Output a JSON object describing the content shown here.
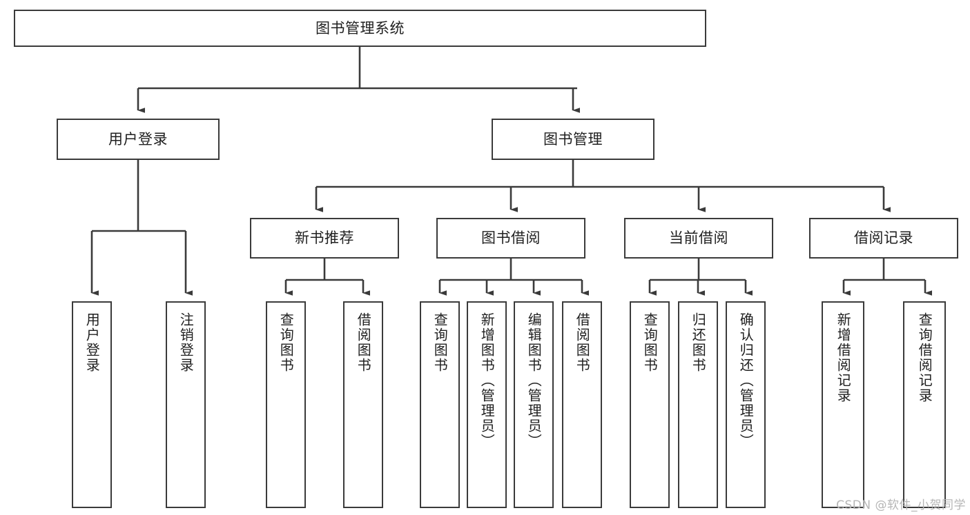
{
  "diagram": {
    "title": "图书管理系统",
    "type": "tree-hierarchy-chart",
    "stroke_color": "#3a3a3a",
    "background_color": "#ffffff",
    "nodes": {
      "root": {
        "label": "图书管理系统"
      },
      "level1": [
        {
          "id": "user-login",
          "label": "用户登录"
        },
        {
          "id": "book-management",
          "label": "图书管理"
        }
      ],
      "level2": [
        {
          "id": "new-book-recommend",
          "label": "新书推荐"
        },
        {
          "id": "book-borrow",
          "label": "图书借阅"
        },
        {
          "id": "current-borrow",
          "label": "当前借阅"
        },
        {
          "id": "borrow-record",
          "label": "借阅记录"
        }
      ],
      "leaves": {
        "user_login": [
          {
            "id": "leaf-user-login",
            "label": "用户登录"
          },
          {
            "id": "leaf-logout-login",
            "label": "注销登录"
          }
        ],
        "new_book_recommend": [
          {
            "id": "leaf-query-book-1",
            "label": "查询图书"
          },
          {
            "id": "leaf-borrow-book-1",
            "label": "借阅图书"
          }
        ],
        "book_borrow": [
          {
            "id": "leaf-query-book-2",
            "label": "查询图书"
          },
          {
            "id": "leaf-add-book",
            "label": "新增图书（管理员）"
          },
          {
            "id": "leaf-edit-book",
            "label": "编辑图书（管理员）"
          },
          {
            "id": "leaf-borrow-book-2",
            "label": "借阅图书"
          }
        ],
        "current_borrow": [
          {
            "id": "leaf-query-book-3",
            "label": "查询图书"
          },
          {
            "id": "leaf-return-book",
            "label": "归还图书"
          },
          {
            "id": "leaf-confirm-return",
            "label": "确认归还（管理员）"
          }
        ],
        "borrow_record": [
          {
            "id": "leaf-add-record",
            "label": "新增借阅记录"
          },
          {
            "id": "leaf-query-record",
            "label": "查询借阅记录"
          }
        ]
      }
    }
  },
  "watermark": {
    "text": "CSDN @软件_小贺同学"
  }
}
